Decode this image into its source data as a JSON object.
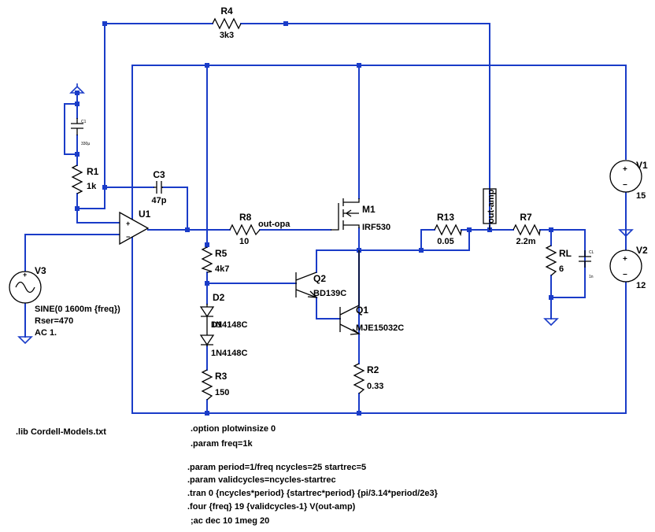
{
  "components": {
    "R4": {
      "ref": "R4",
      "value": "3k3"
    },
    "R1": {
      "ref": "R1",
      "value": "1k"
    },
    "C1": {
      "ref": "C1",
      "value": "330µ"
    },
    "C3": {
      "ref": "C3",
      "value": "47p"
    },
    "U1": {
      "ref": "U1"
    },
    "R8": {
      "ref": "R8",
      "value": "10"
    },
    "M1": {
      "ref": "M1",
      "value": "IRF530"
    },
    "R13": {
      "ref": "R13",
      "value": "0.05"
    },
    "R7": {
      "ref": "R7",
      "value": "2.2m"
    },
    "RL": {
      "ref": "RL",
      "value": "6"
    },
    "CL": {
      "ref": "CL",
      "value": "1n"
    },
    "V1": {
      "ref": "V1",
      "value": "15"
    },
    "V2": {
      "ref": "V2",
      "value": "12"
    },
    "R5": {
      "ref": "R5",
      "value": "4k7"
    },
    "Q2": {
      "ref": "Q2",
      "value": "BD139C"
    },
    "D2": {
      "ref": "D2",
      "value": "1N4148C"
    },
    "D1": {
      "ref": "D1",
      "value": "1N4148C"
    },
    "Q1": {
      "ref": "Q1",
      "value": "MJE15032C"
    },
    "R3": {
      "ref": "R3",
      "value": "150"
    },
    "R2": {
      "ref": "R2",
      "value": "0.33"
    },
    "V3": {
      "ref": "V3",
      "value_lines": [
        "SINE(0 1600m {freq})",
        "Rser=470",
        "AC 1."
      ]
    }
  },
  "net_labels": {
    "out_opa": "out-opa",
    "out_amp": "out-amp"
  },
  "directives": [
    ".lib Cordell-Models.txt",
    ".option plotwinsize 0",
    ".param freq=1k",
    ".param period=1/freq ncycles=25 startrec=5",
    ".param validcycles=ncycles-startrec",
    ".tran 0 {ncycles*period} {startrec*period} {pi/3.14*period/2e3}",
    ".four {freq} 19 {validcycles-1} V(out-amp)",
    ";ac dec 10 1meg 20"
  ],
  "colors": {
    "wire": "#1a3cc8",
    "component": "#000000",
    "background": "#ffffff"
  }
}
